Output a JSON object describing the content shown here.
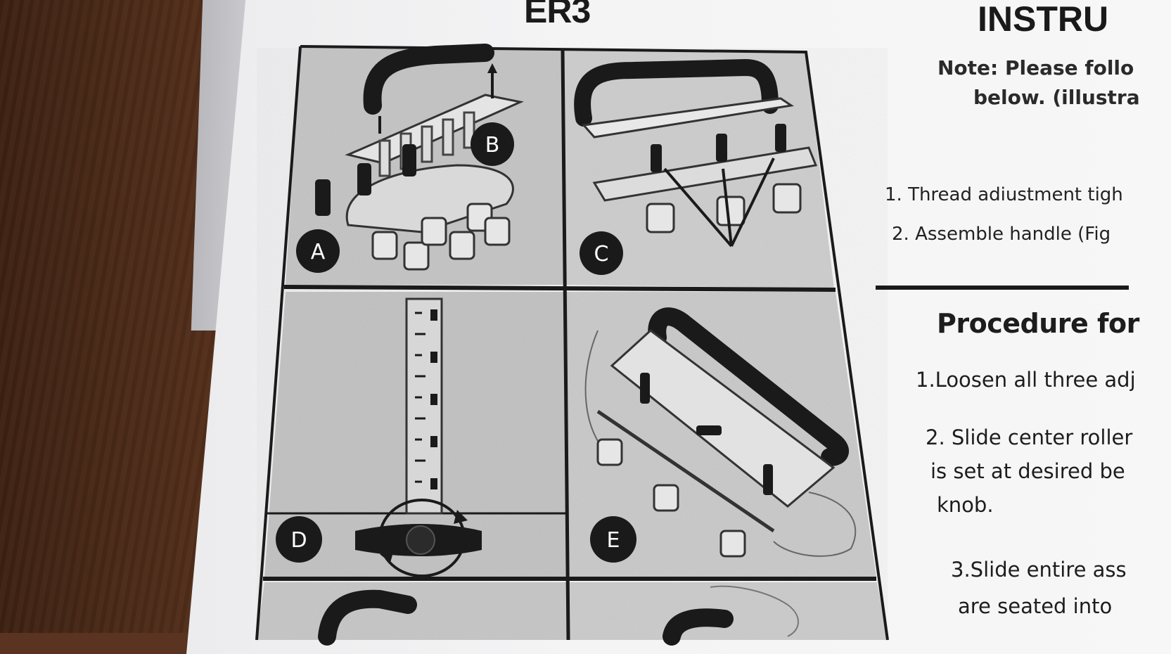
{
  "document": {
    "code": "ER3",
    "heading": "INSTRU",
    "note_lines": [
      "Note: Please follo",
      "below. (illustra"
    ],
    "steps": [
      "1. Thread adiustment tigh",
      "2. Assemble handle (Fig"
    ],
    "procedure_title": "Procedure for",
    "procedure_steps": [
      "1.Loosen all three adj",
      "2. Slide center roller",
      "is set at desired be",
      "knob.",
      "3.Slide entire ass",
      "are seated into"
    ]
  },
  "figures": {
    "labels": [
      "A",
      "B",
      "C",
      "D",
      "E"
    ]
  },
  "colors": {
    "ink": "#1a1a1a",
    "panel": "#c9c9c9",
    "paper": "#f4f4f5",
    "wood": "#5a3420"
  }
}
